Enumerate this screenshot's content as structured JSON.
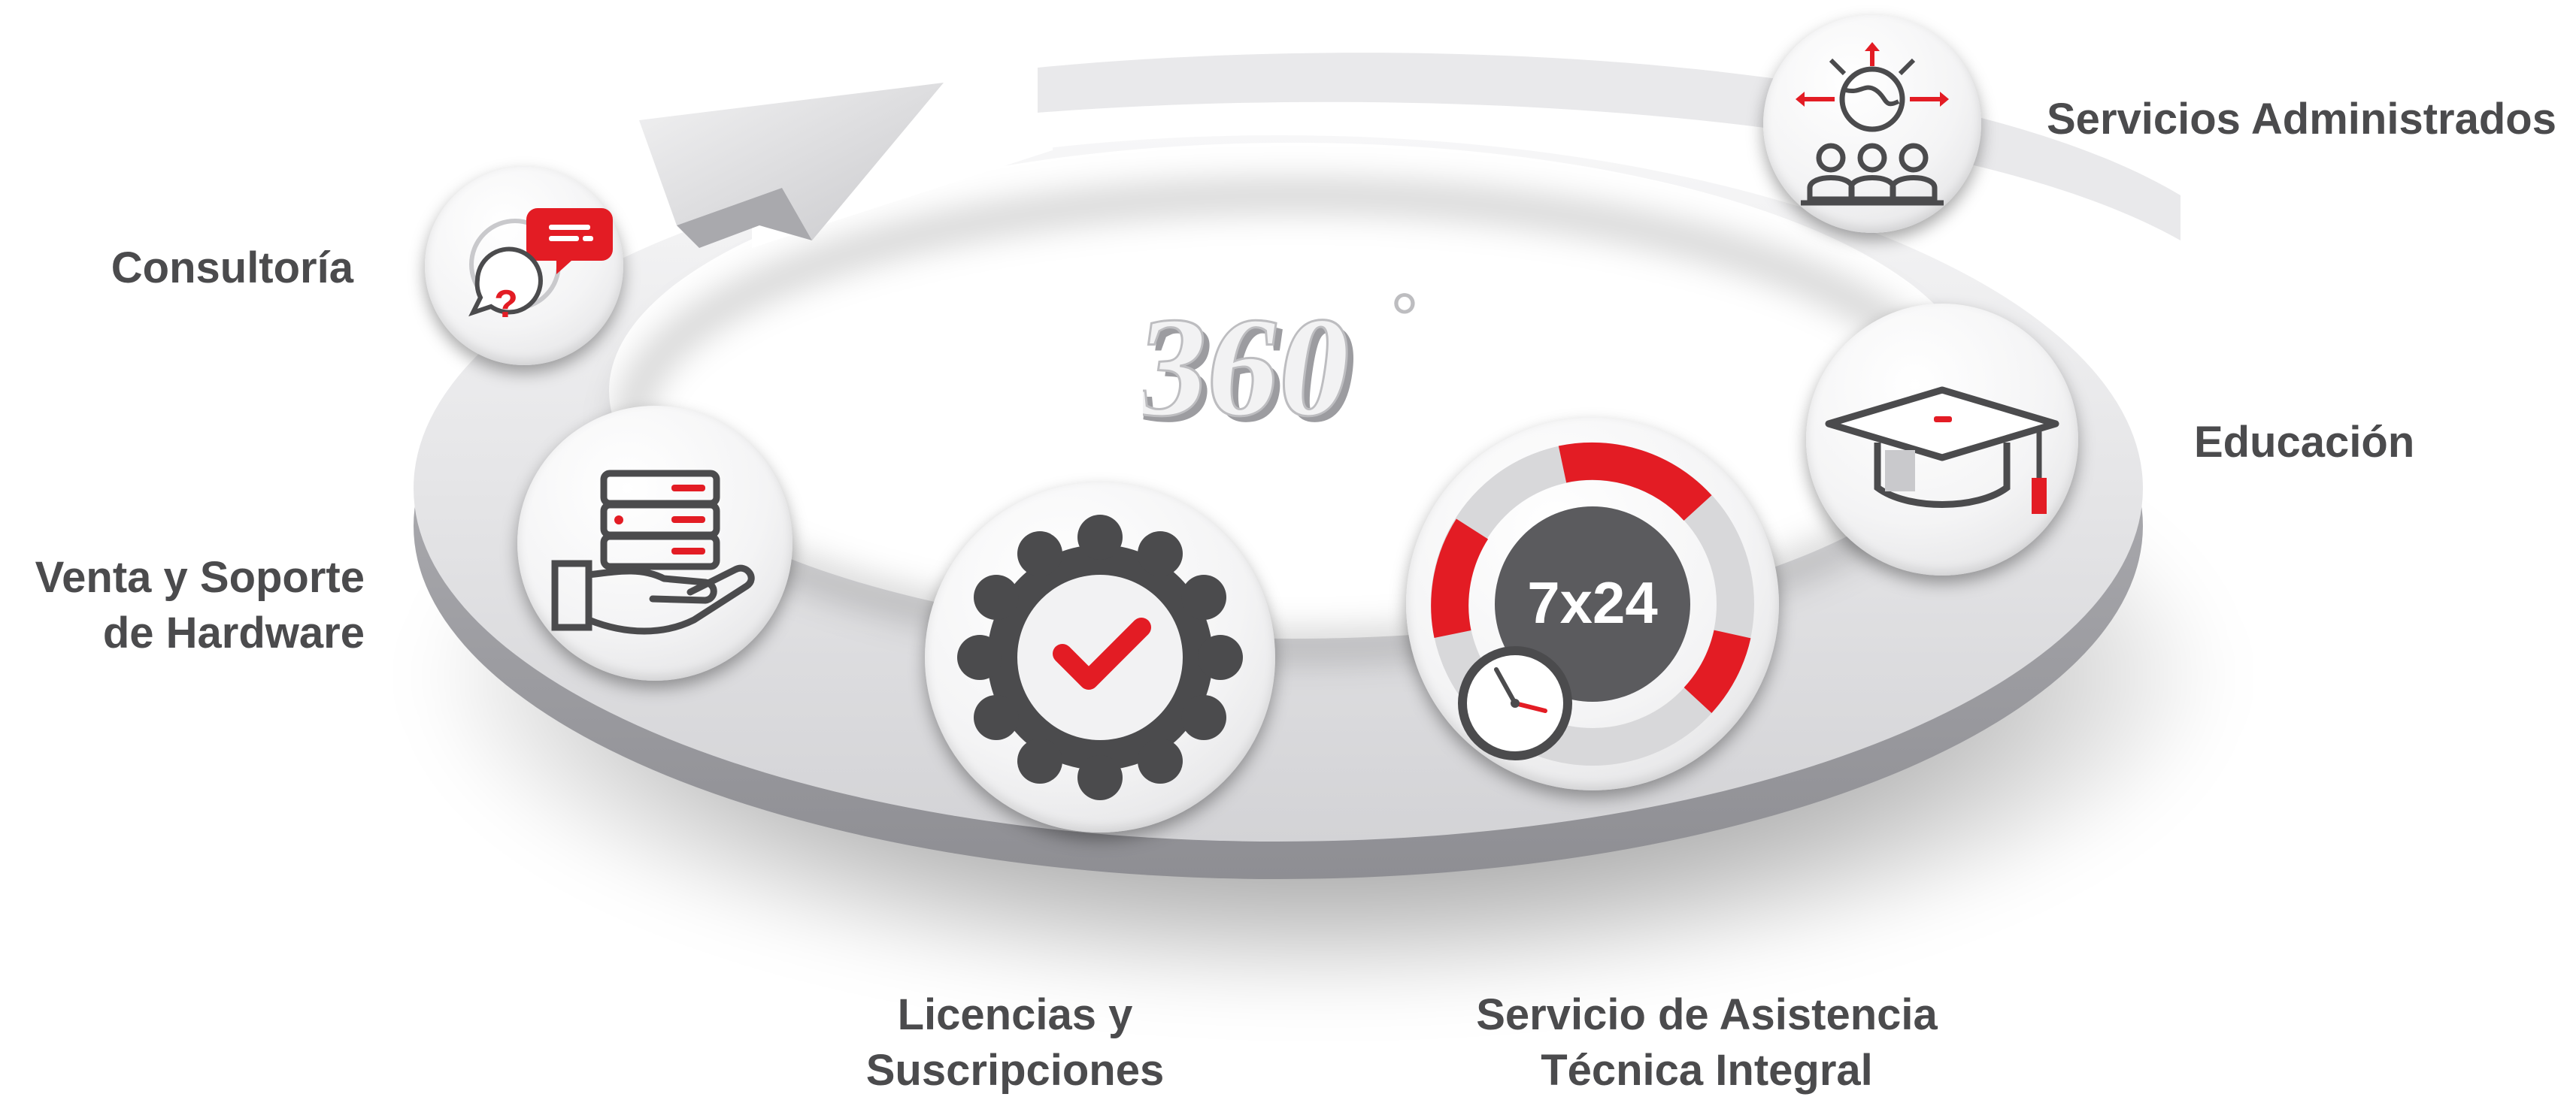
{
  "center_mark": "360",
  "center_mark_degree": "°",
  "services": [
    {
      "id": "consultoria",
      "lines": [
        "Consultoría"
      ],
      "icon": "chat-bubbles-icon"
    },
    {
      "id": "hardware",
      "lines": [
        "Venta y Soporte",
        "de Hardware"
      ],
      "icon": "hand-server-icon"
    },
    {
      "id": "licencias",
      "lines": [
        "Licencias y",
        "Suscripciones"
      ],
      "icon": "gear-check-icon"
    },
    {
      "id": "asistencia",
      "lines": [
        "Servicio de Asistencia",
        "Técnica Integral"
      ],
      "icon": "clock-7x24-icon",
      "badge": "7x24"
    },
    {
      "id": "educacion",
      "lines": [
        "Educación"
      ],
      "icon": "graduation-cap-icon"
    },
    {
      "id": "administrados",
      "lines": [
        "Servicios Administrados"
      ],
      "icon": "globe-people-icon"
    }
  ],
  "colors": {
    "accent": "#e31c24",
    "dark": "#4b4b4d",
    "ring_light": "#ececee",
    "ring_dark": "#9a9a9e"
  }
}
